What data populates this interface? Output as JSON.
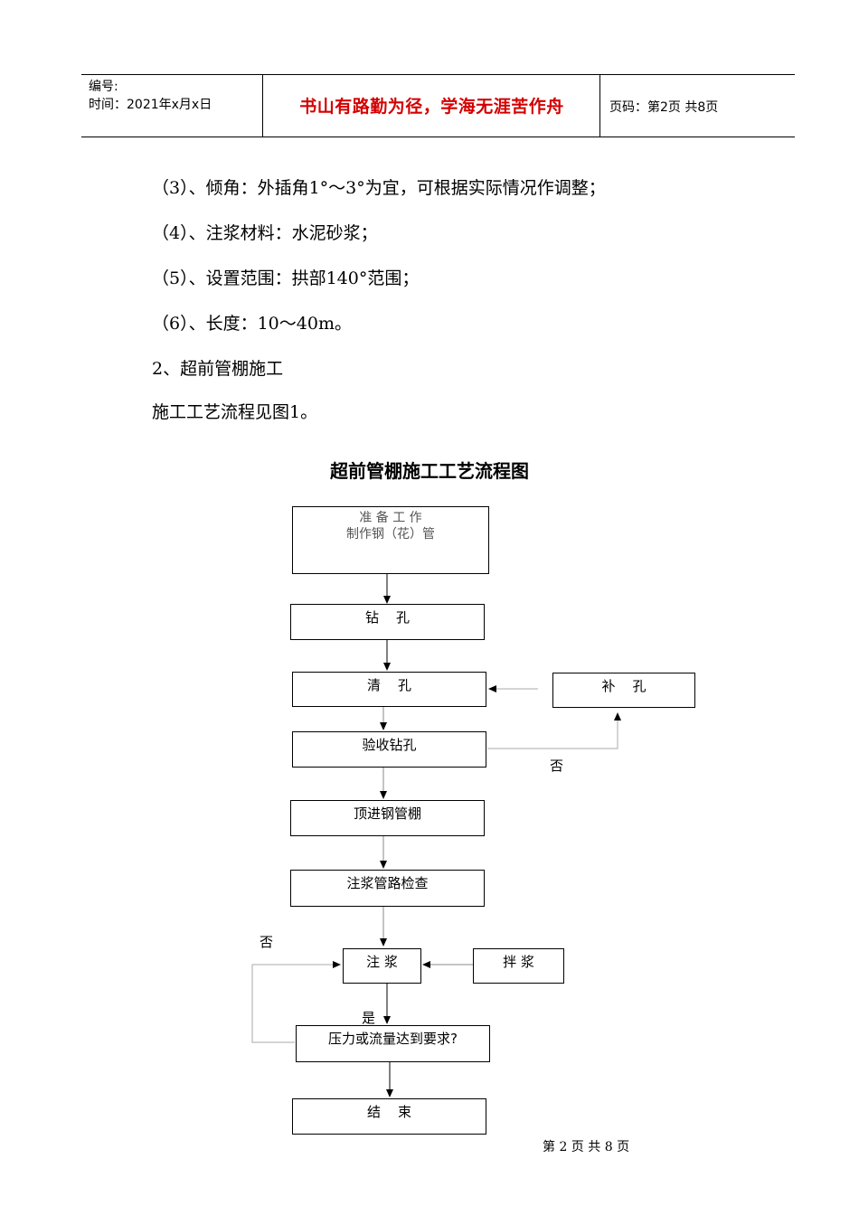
{
  "header": {
    "number_label": "编号:",
    "time_label": "时间：2021年x月x日",
    "motto": "书山有路勤为径，学海无涯苦作舟",
    "page_info": "页码：第2页  共8页"
  },
  "paragraphs": [
    "（3）、倾角：外插角1°～3°为宜，可根据实际情况作调整；",
    "（4）、注浆材料：水泥砂浆；",
    "（5）、设置范围：拱部140°范围；",
    "（6）、长度：10～40m。",
    "2、超前管棚施工",
    "施工工艺流程见图1。"
  ],
  "flowchart": {
    "title": "超前管棚施工工艺流程图",
    "steps": {
      "prepare_line1": "准 备 工 作",
      "prepare_line2": "制作钢（花）管",
      "drill": "钻    孔",
      "clean": "清    孔",
      "redrill": "补    孔",
      "inspect": "验收钻孔",
      "push_pipe": "顶进钢管棚",
      "check_pipeline": "注浆管路检查",
      "grout": "注 浆",
      "mix": "拌 浆",
      "pressure_check": "压力或流量达到要求?",
      "end": "结    束"
    },
    "labels": {
      "no_inspect": "否",
      "no_pressure": "否",
      "yes_pressure": "是"
    }
  },
  "footer": {
    "page": "第 2 页 共 8 页"
  }
}
